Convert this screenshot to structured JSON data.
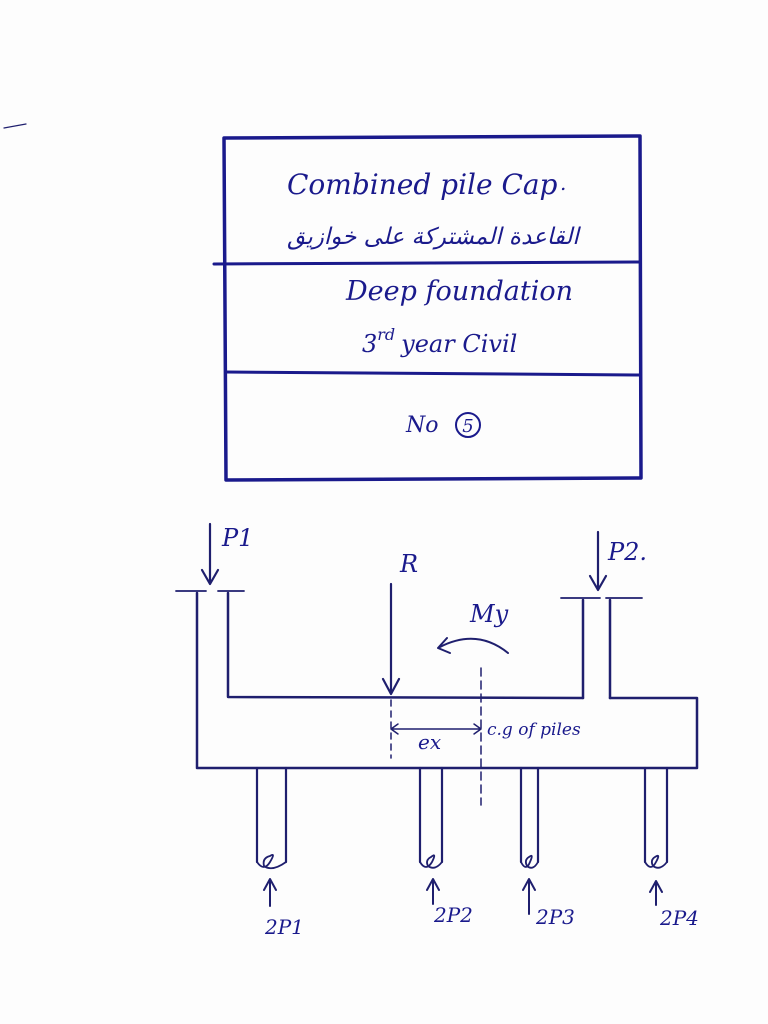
{
  "title_block": {
    "title_en": "Combined pile Cap",
    "title_ar": "القاعدة المشتركة على خوازيق",
    "subject": "Deep foundation",
    "class_year_num": "3",
    "class_year_suffix": "rd",
    "class_year_rest": "year Civil",
    "number_label": "No",
    "number_value": "5"
  },
  "diagram": {
    "loads": {
      "p1": "P1",
      "p2": "P2.",
      "resultant": "R",
      "moment": "My"
    },
    "dimension_label": "ex",
    "cg_label": "c.g of piles",
    "pile_reactions": [
      "2P1",
      "2P2",
      "2P3",
      "2P4"
    ]
  },
  "colors": {
    "ink": "#1a1a8c",
    "paper": "#fdfdfd"
  }
}
